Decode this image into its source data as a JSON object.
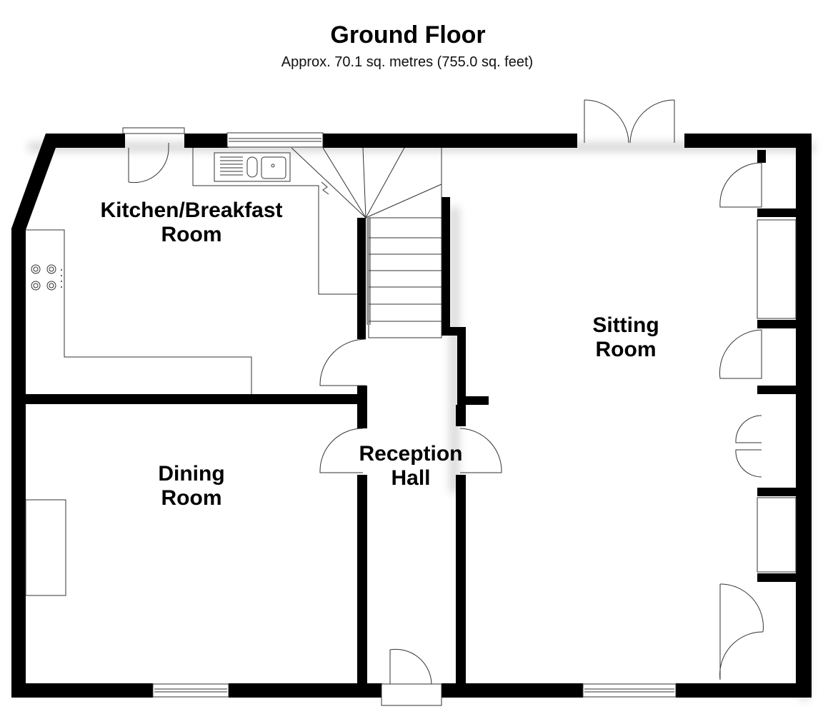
{
  "header": {
    "title": "Ground Floor",
    "subtitle": "Approx. 70.1 sq. metres (755.0 sq. feet)"
  },
  "rooms": {
    "kitchen": {
      "line1": "Kitchen/Breakfast",
      "line2": "Room"
    },
    "dining": {
      "line1": "Dining",
      "line2": "Room"
    },
    "reception": {
      "line1": "Reception",
      "line2": "Hall"
    },
    "sitting": {
      "line1": "Sitting",
      "line2": "Room"
    }
  }
}
